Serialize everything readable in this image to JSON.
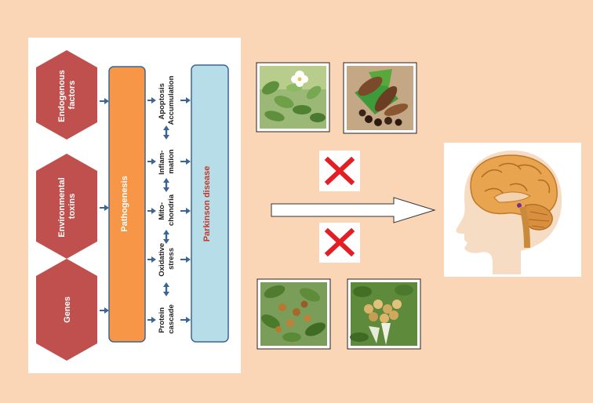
{
  "colors": {
    "background": "#fad5b6",
    "panel": "#ffffff",
    "hexagon": "#c0504d",
    "pathogenesis_box": "#f79646",
    "parkinson_box": "#b7dde8",
    "arrow": "#3b6596",
    "cross": "#e31e24",
    "parkinson_text": "#c0392b"
  },
  "factors": [
    {
      "lines": [
        "Endogenous",
        "factors"
      ]
    },
    {
      "lines": [
        "Environmental",
        "toxins"
      ]
    },
    {
      "lines": [
        "Genes"
      ]
    }
  ],
  "pathogenesis_label": "Pathogenesis",
  "mechanisms": [
    {
      "lines": [
        "Apoptosis",
        "Accumulation"
      ]
    },
    {
      "lines": [
        "Inflam-",
        "mation"
      ]
    },
    {
      "lines": [
        "Mito-",
        "chondria"
      ]
    },
    {
      "lines": [
        "Oxidative",
        "stress"
      ]
    },
    {
      "lines": [
        "Protein",
        "cascade"
      ]
    }
  ],
  "disease_label": "Parkinson disease",
  "plant_photos": [
    "herb-photo-top-left",
    "seed-pods-photo-top-right",
    "shrub-photo-bottom-left",
    "flower-cluster-photo-bottom-right"
  ],
  "crosses": [
    "cross-icon",
    "cross-icon"
  ],
  "brain_icon": "brain-head-icon"
}
